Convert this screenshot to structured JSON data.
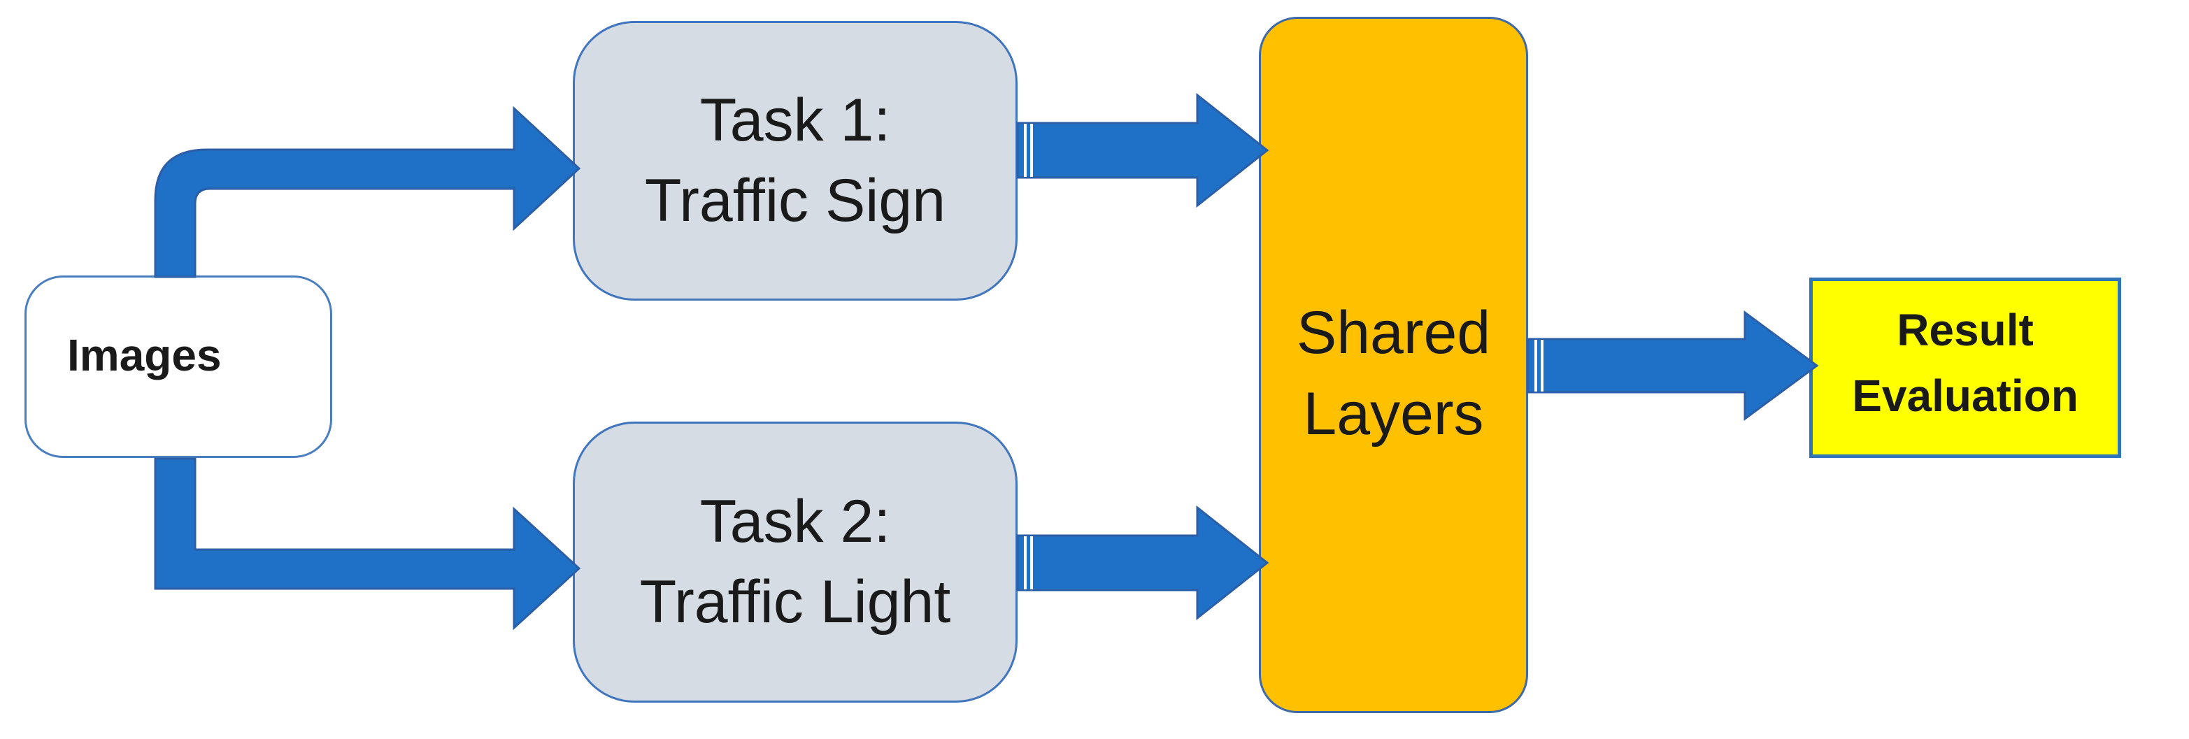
{
  "figure": {
    "nodes": {
      "images": {
        "label": "Images"
      },
      "task1": {
        "line1": "Task 1:",
        "line2": "Traffic Sign"
      },
      "task2": {
        "line1": "Task 2:",
        "line2": "Traffic Light"
      },
      "shared_layers": {
        "line1": "Shared",
        "line2": "Layers"
      },
      "result_evaluation": {
        "line1": "Result",
        "line2": "Evaluation"
      }
    },
    "colors": {
      "background": "#FFFFFF",
      "arrow_fill": "#1E71C6",
      "arrow_outline": "#2B5EA7",
      "task_fill": "#D6DCE4",
      "task_border": "#4176BE",
      "images_fill": "#FFFFFF",
      "images_border": "#4A7EBF",
      "shared_fill": "#FFC000",
      "shared_border": "#3E69A8",
      "result_fill": "#FFFF00",
      "result_border": "#2E74B6",
      "text": "#1A1A1A"
    }
  }
}
